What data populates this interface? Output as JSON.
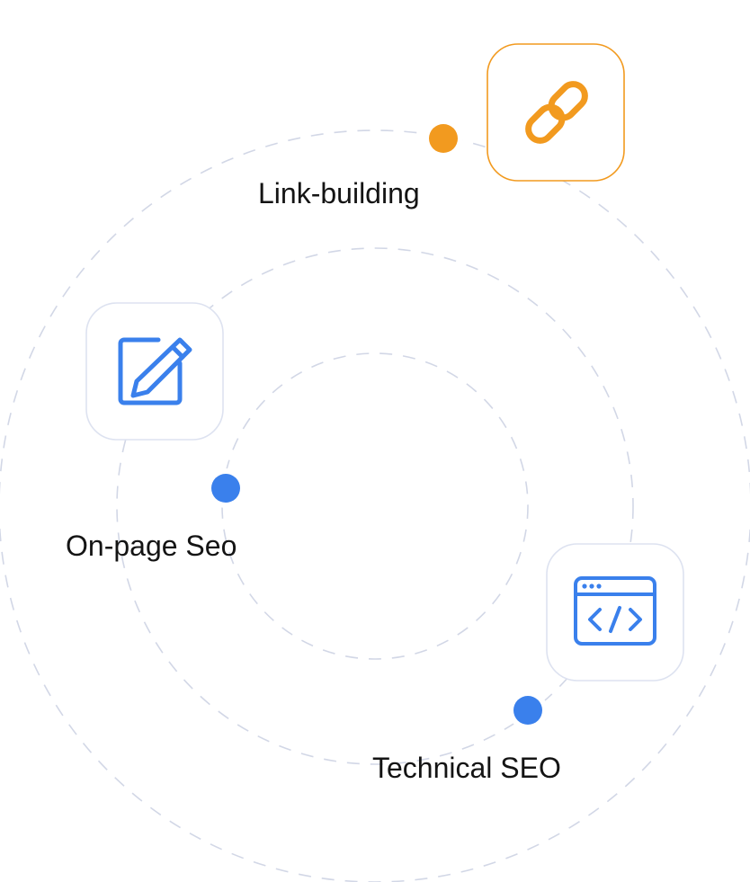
{
  "nodes": [
    {
      "id": "link-building",
      "label": "Link-building",
      "icon": "chain-link-icon",
      "accent": "#f29a1f",
      "tile_border": "#f29a1f"
    },
    {
      "id": "on-page-seo",
      "label": "On-page Seo",
      "icon": "edit-note-icon",
      "accent": "#3a80ec",
      "tile_border": "#dde2f0"
    },
    {
      "id": "technical-seo",
      "label": "Technical SEO",
      "icon": "code-window-icon",
      "accent": "#3a80ec",
      "tile_border": "#dde2f0"
    }
  ],
  "colors": {
    "ring": "#d2d7e6",
    "label": "#141414",
    "orange": "#f29a1f",
    "blue": "#3a80ec"
  }
}
